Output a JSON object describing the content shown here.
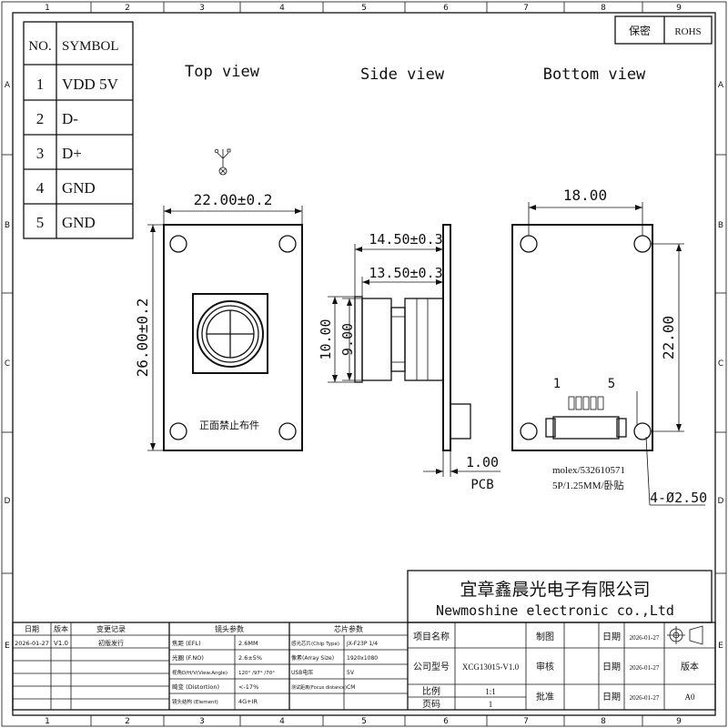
{
  "border": {
    "columns": [
      "1",
      "2",
      "3",
      "4",
      "5",
      "6",
      "7",
      "8",
      "9"
    ],
    "rows": [
      "A",
      "B",
      "C",
      "D",
      "E"
    ]
  },
  "title_box": {
    "secret": "保密",
    "rohs": "ROHS"
  },
  "pin_table": {
    "headers": [
      "NO.",
      "SYMBOL"
    ],
    "rows": [
      {
        "no": "1",
        "symbol": "VDD 5V"
      },
      {
        "no": "2",
        "symbol": "D-"
      },
      {
        "no": "3",
        "symbol": "D+"
      },
      {
        "no": "4",
        "symbol": "GND"
      },
      {
        "no": "5",
        "symbol": "GND"
      }
    ]
  },
  "views": {
    "top": "Top view",
    "side": "Side view",
    "bottom": "Bottom view"
  },
  "top_view": {
    "width_dim": "22.00±0.2",
    "height_dim": "26.00±0.2",
    "note": "正面禁止布件"
  },
  "side_view": {
    "dim_a": "14.50±0.3",
    "dim_b": "13.50±0.3",
    "dim_c": "10.00",
    "dim_d": "9.00",
    "pcb_thickness": "1.00",
    "pcb_label": "PCB"
  },
  "bottom_view": {
    "width_dim": "18.00",
    "height_dim": "22.00",
    "pin_first": "1",
    "pin_last": "5",
    "connector_line1": "molex/532610571",
    "connector_line2": "5P/1.25MM/卧贴",
    "hole_dim": "4-Ø2.50"
  },
  "company": {
    "cn": "宜章鑫晨光电子有限公司",
    "en": "Newmoshine  electronic co.,Ltd"
  },
  "revision_table": {
    "headers": [
      "日期",
      "版本",
      "变更记录"
    ],
    "rows": [
      [
        "2026-01-27",
        "V1.0",
        "初版发行"
      ]
    ]
  },
  "lens_table": {
    "header": "镜头参数",
    "rows": [
      [
        "焦距 (EFL)",
        "2.6MM"
      ],
      [
        "光圈 (F.NO)",
        "2.6±5%"
      ],
      [
        "视角D/H/V(View.Angle)",
        "120° /97° /70°"
      ],
      [
        "畸变 (Distortion)",
        "<-17%"
      ],
      [
        "镜头结构 (Element)",
        "4G+IR"
      ]
    ]
  },
  "chip_table": {
    "header": "芯片参数",
    "rows": [
      [
        "感光芯片(Chip Type)",
        "JX-F23P 1/4"
      ],
      [
        "像素(Array Size)",
        "1920x1080"
      ],
      [
        "USB电压",
        "5V"
      ],
      [
        "测试距离(Focus distance)",
        "CM"
      ]
    ]
  },
  "project_table": {
    "project_label": "项目名称",
    "project_value": "",
    "model_label": "公司型号",
    "model_value": "XCG13015-V1.0",
    "scale_label": "比例",
    "scale_value": "1:1",
    "page_label": "页码",
    "page_value": "1",
    "make_label": "制图",
    "review_label": "审核",
    "approve_label": "批准",
    "date_label": "日期",
    "dates": [
      "2026-01-27",
      "2026-01-27",
      "2026-01-27"
    ],
    "version_label": "版本",
    "version_value": "A0"
  }
}
